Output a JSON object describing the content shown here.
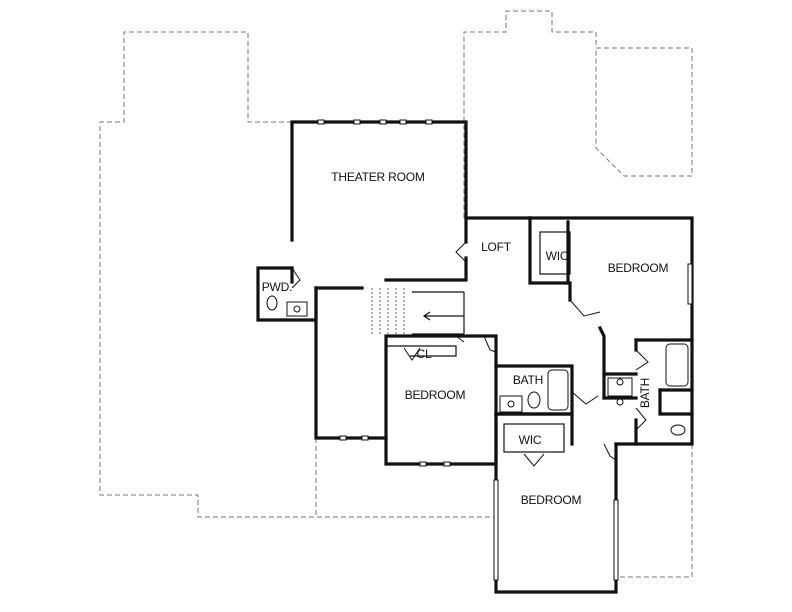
{
  "labels": {
    "theater": "THEATER ROOM",
    "loft": "LOFT",
    "wic_top": "WIC",
    "bedroom_right": "BEDROOM",
    "pwd": "PWD.",
    "cl": "CL",
    "bedroom_mid": "BEDROOM",
    "bath_mid": "BATH",
    "bath_right": "BATH",
    "wic_bottom": "WIC",
    "bedroom_bottom": "BEDROOM"
  },
  "colors": {
    "wall": "#111111",
    "outline": "#777777",
    "background": "#ffffff"
  }
}
